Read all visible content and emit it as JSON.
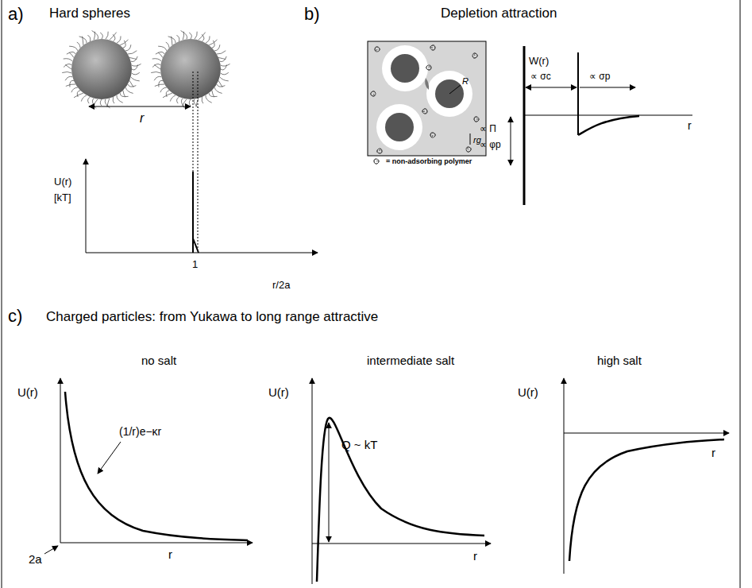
{
  "diagram": {
    "labels": [
      "a)",
      "Hard spheres",
      "r",
      "U(r)",
      "[kT]",
      "1",
      "r/2a",
      "b)",
      "Depletion attraction",
      "R",
      "rg",
      "= non-adsorbing polymer",
      "W(r)",
      "∝ σc",
      "∝ σp",
      "∝ Π",
      "∝ φp",
      "r",
      "c)",
      "Charged particles: from Yukawa to long range attractive",
      "no salt",
      "intermediate salt",
      "high salt",
      "U(r)",
      "(1/r)e−κr",
      "2a",
      "r",
      "U(r)",
      "Q ~ kT",
      "r",
      "U(r)",
      "r"
    ]
  }
}
